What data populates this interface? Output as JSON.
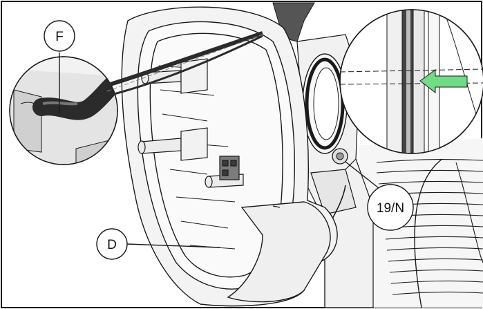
{
  "figure": {
    "callouts": {
      "f": "F",
      "d": "D",
      "part": "19/N"
    },
    "colors": {
      "line": "#1a1a1a",
      "part_fill": "#f4f4f4",
      "shade": "#d9d9d9",
      "dark_shade": "#9a9a9a",
      "hose": "#2b2b2b",
      "arrow": "#6fdc86"
    }
  }
}
